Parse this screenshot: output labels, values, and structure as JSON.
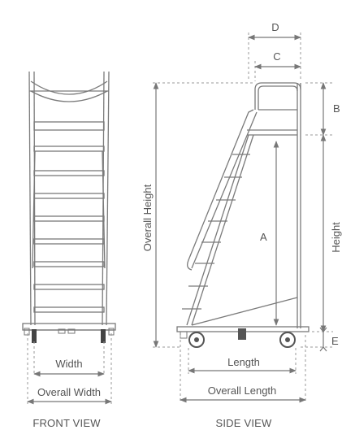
{
  "front_view": {
    "caption": "FRONT VIEW",
    "width_label": "Width",
    "overall_width_label": "Overall Width"
  },
  "side_view": {
    "caption": "SIDE VIEW",
    "label_d": "D",
    "label_c": "C",
    "label_b": "B",
    "label_a": "A",
    "label_e": "E",
    "height_label": "Height",
    "overall_height_label": "Overall Height",
    "length_label": "Length",
    "overall_length_label": "Overall Length"
  },
  "colors": {
    "line": "#8a8a8a",
    "structure": "#777777",
    "text": "#555555",
    "wheel": "#444444"
  }
}
